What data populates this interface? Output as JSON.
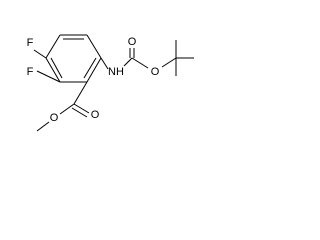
{
  "molecule": {
    "atoms": {
      "f_top": "F",
      "f_bottom": "F",
      "nh": "NH",
      "carbamate_carbonyl_o": "O",
      "carbamate_ester_o": "O",
      "ester_carbonyl_o": "O",
      "ester_o": "O"
    }
  }
}
